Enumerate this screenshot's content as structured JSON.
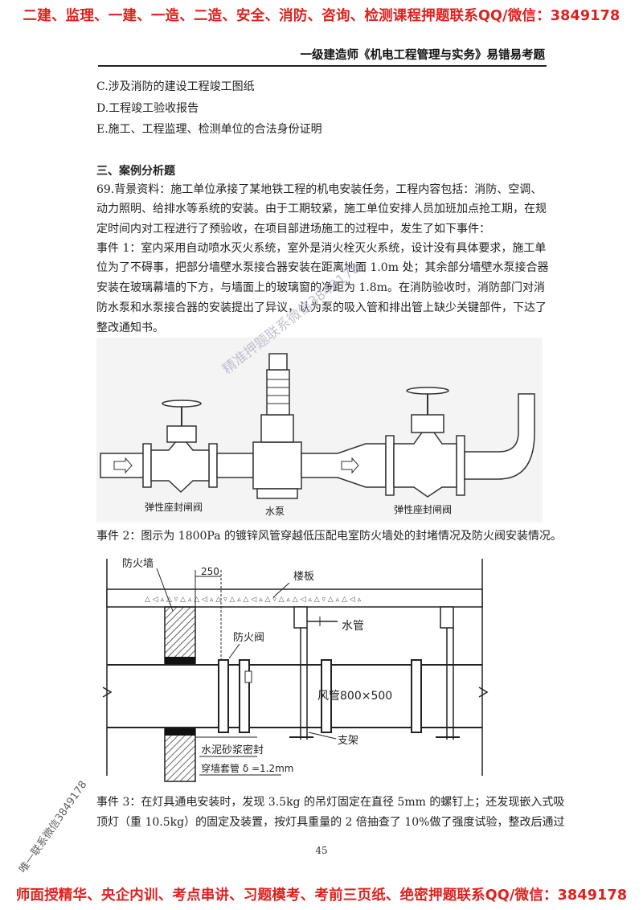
{
  "banners": {
    "top": "二建、监理、一建、一造、二造、安全、消防、咨询、检测课程押题联系QQ/微信：3849178",
    "bottom": "师面授精华、央企内训、考点串讲、习题模考、考前三页纸、绝密押题联系QQ/微信：3849178"
  },
  "header": {
    "title": "一级建造师《机电工程管理与实务》易错易考题"
  },
  "body": {
    "options": [
      "C.涉及消防的建设工程竣工图纸",
      "D.工程竣工验收报告",
      "E.施工、工程监理、检测单位的合法身份证明"
    ],
    "section_heading": "三、案例分析题",
    "q69_lines": [
      "69.背景资料：施工单位承接了某地铁工程的机电安装任务，工程内容包括：消防、空调、",
      "动力照明、给排水等系统的安装。由于工期较紧，施工单位安排人员加班加点抢工期，在规",
      "定时间内对工程进行了预验收，在项目部进场施工的过程中，发生了如下事件："
    ],
    "event1_lines": [
      "事件 1：室内采用自动喷水灭火系统，室外是消火栓灭火系统，设计没有具体要求，施工单",
      "位为了不碍事，把部分墙壁水泵接合器安装在距离地面 1.0m 处；其余部分墙壁水泵接合器",
      "安装在玻璃幕墙的下方，与墙面上的玻璃窗的净距为 1.8m。在消防验收时，消防部门对消",
      "防水泵和水泵接合器的安装提出了异议，认为泵的吸入管和排出管上缺少关键部件，下达了",
      "整改通知书。"
    ],
    "event2_line": "事件 2：图示为 1800Pa 的镀锌风管穿越低压配电室防火墙处的封堵情况及防火阀安装情况。",
    "event3_lines": [
      "事件 3：在灯具通电安装时，发现 3.5kg 的吊灯固定在直径 5mm 的螺钉上；还发现嵌入式吸",
      "顶灯（重 10.5kg）的固定及装置，按灯具重量的 2 倍抽查了 10%做了强度试验，整改后通过"
    ]
  },
  "figure1": {
    "labels": {
      "left_valve": "弹性座封闸阀",
      "pump": "水泵",
      "right_valve": "弹性座封闸阀"
    }
  },
  "figure2": {
    "labels": {
      "firewall": "防火墙",
      "dimension": "250",
      "floor_slab": "楼板",
      "water_pipe": "水管",
      "fire_damper": "防火阀",
      "duct": "风管800×500",
      "support": "支架",
      "mortar_seal": "水泥砂浆密封",
      "sleeve": "穿墙套管 δ =1.2mm"
    }
  },
  "watermarks": {
    "figure": "精准押题联系微信3849178",
    "side": "唯一联系微信3849178"
  },
  "page_number": "45",
  "colors": {
    "banner": "#e0201d",
    "text": "#222222"
  }
}
